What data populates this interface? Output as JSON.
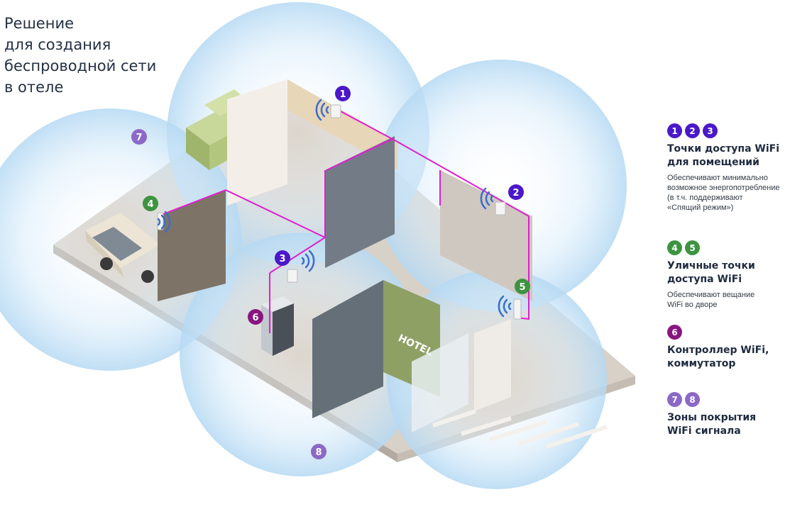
{
  "title": {
    "lines": [
      "Решение",
      "для создания",
      "беспроводной сети",
      "в отеле"
    ]
  },
  "markers": {
    "m1": "1",
    "m2": "2",
    "m3": "3",
    "m4": "4",
    "m5": "5",
    "m6": "6",
    "m7": "7",
    "m8": "8"
  },
  "sign": {
    "hotel": "HOTEL"
  },
  "legend": {
    "indoor": {
      "badges": [
        "1",
        "2",
        "3"
      ],
      "title": [
        "Точки доступа WiFi",
        "для помещений"
      ],
      "desc": [
        "Обеспечивают минимально",
        "возможное энергопотребление",
        "(в т.ч. поддерживают",
        "«Спящий режим»)"
      ]
    },
    "outdoor": {
      "badges": [
        "4",
        "5"
      ],
      "title": [
        "Уличные точки",
        "доступа WiFi"
      ],
      "desc": [
        "Обеспечивают вещание",
        "WiFi во дворе"
      ]
    },
    "controller": {
      "badges": [
        "6"
      ],
      "title": [
        "Контроллер WiFi,",
        "коммутатор"
      ]
    },
    "coverage": {
      "badges": [
        "7",
        "8"
      ],
      "title": [
        "Зоны покрытия",
        "WiFi сигнала"
      ]
    }
  },
  "colors": {
    "indoor_ap": "#4b18c9",
    "outdoor_ap": "#3d9440",
    "controller": "#89157f",
    "coverage_zone": "#8b69c7",
    "cable": "#e01ecf",
    "coverage_fill": "#cfe6f8"
  }
}
